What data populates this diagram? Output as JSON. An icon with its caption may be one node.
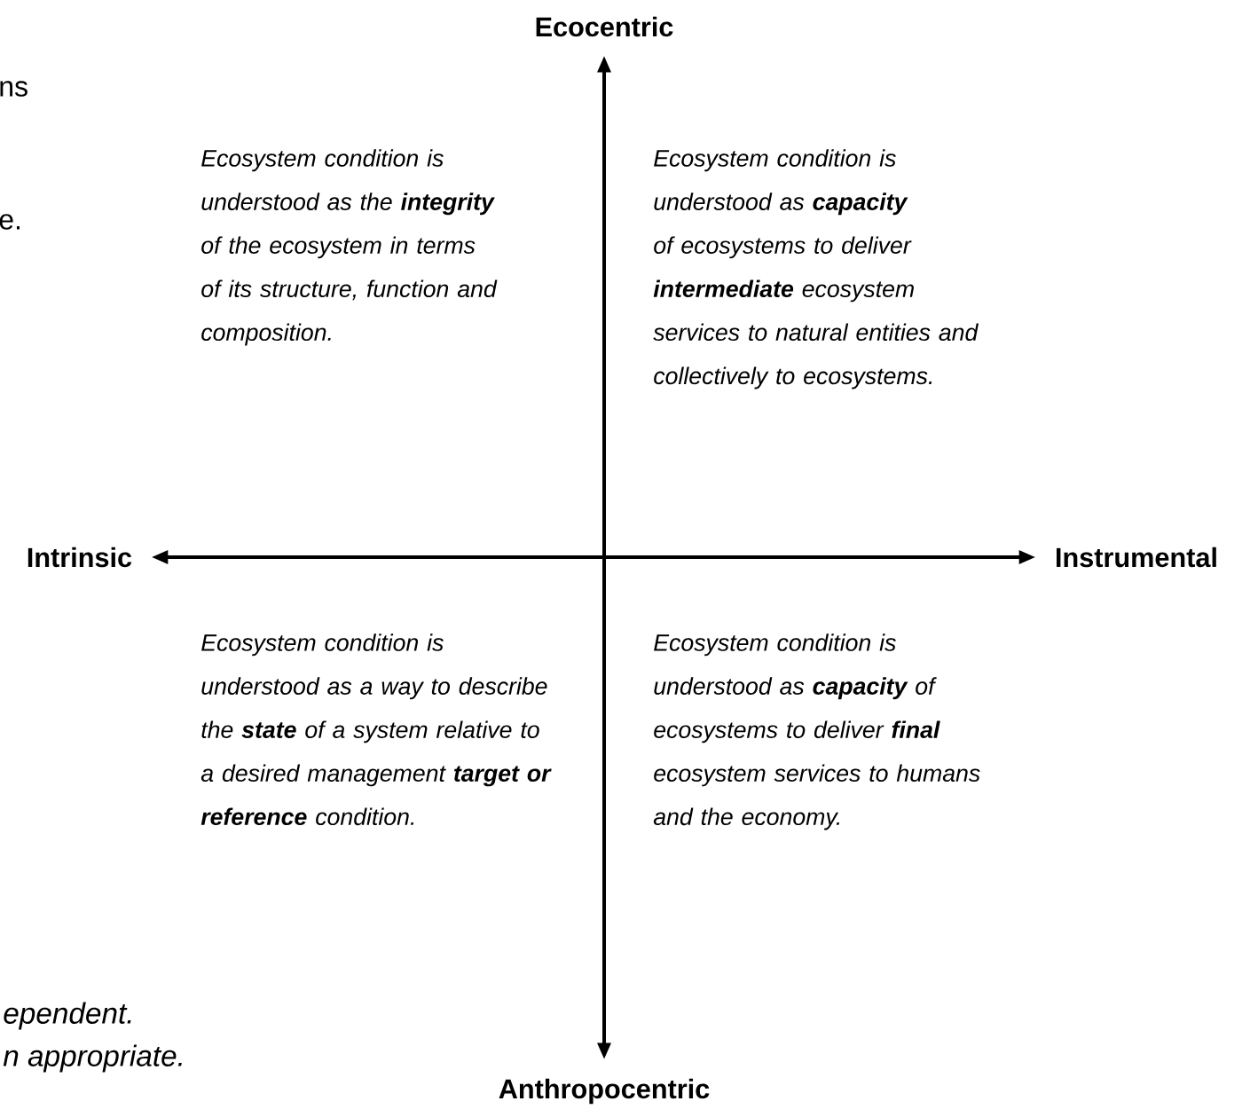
{
  "diagram": {
    "nodes": [
      {
        "text": [
          "Ecocentric"
        ]
      },
      {
        "text": [
          "Intrinsic"
        ]
      },
      {
        "text": [
          "Instrumental"
        ]
      },
      {
        "text": [
          "Anthropocentric"
        ]
      }
    ],
    "edges": [
      {
        "from": 3,
        "to": 0,
        "arrow": "both"
      },
      {
        "from": 1,
        "to": 2,
        "arrow": "both"
      }
    ],
    "labels": [
      "ns",
      "e.",
      "Ecosystem condition is understood as the **integrity** of the ecosystem in terms of its structure, function and composition.",
      "Ecosystem condition is understood as **capacity** of ecosystems to deliver **intermediate** ecosystem services to natural entities and collectively to ecosystems.",
      "Ecosystem condition is understood as a way to describe the **state** of a system relative to a desired management **target or reference** condition.",
      "Ecosystem condition is understood as **capacity** of ecosystems to deliver **final** ecosystem services to humans and the economy.",
      "ependent.",
      "n appropriate."
    ]
  }
}
